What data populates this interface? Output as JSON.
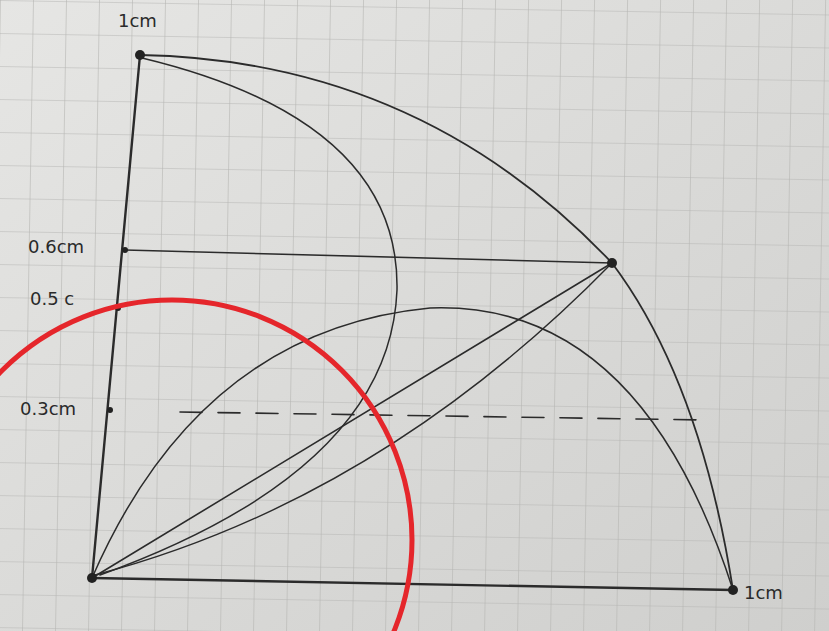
{
  "diagram": {
    "labels": [
      "1cm",
      "0.6cm",
      "0.5 c",
      "0.3cm",
      "1cm"
    ]
  }
}
